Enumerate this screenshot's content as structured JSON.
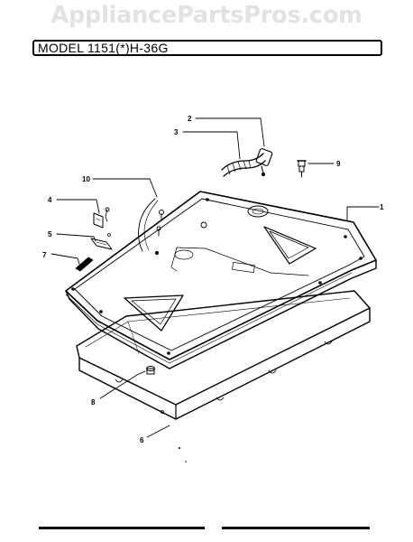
{
  "watermark": "AppliancePartsPros.com",
  "header": {
    "model_title": "MODEL 1151(*)H-36G"
  },
  "callouts": [
    "1",
    "2",
    "3",
    "4",
    "5",
    "6",
    "7",
    "8",
    "9",
    "10"
  ],
  "colors": {
    "ink": "#000000",
    "watermark": "#e2e2e2",
    "background": "#ffffff"
  }
}
